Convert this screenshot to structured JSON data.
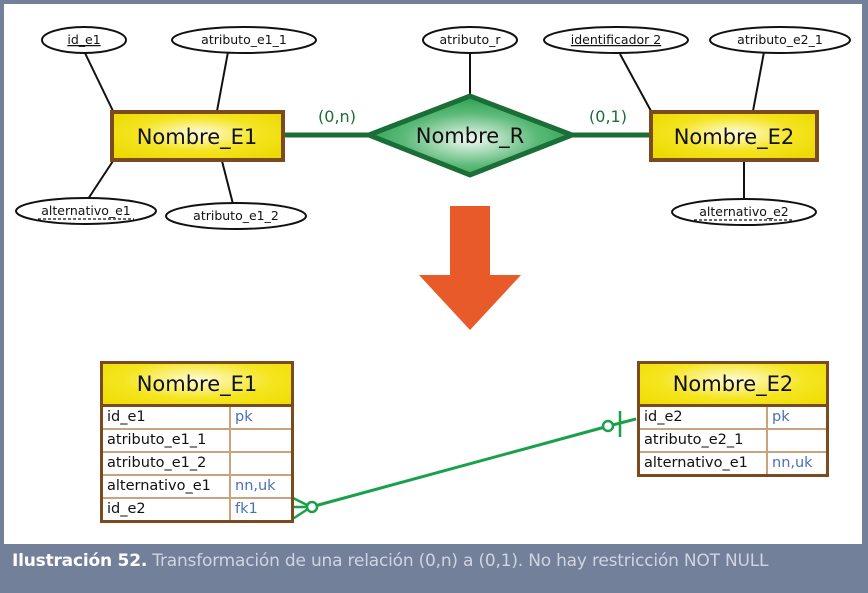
{
  "er_diagram": {
    "entity1": {
      "name": "Nombre_E1",
      "attributes": [
        {
          "label": "id_e1",
          "style": "underline"
        },
        {
          "label": "atributo_e1_1",
          "style": "plain"
        },
        {
          "label": "alternativo_e1",
          "style": "dashed-underline"
        },
        {
          "label": "atributo_e1_2",
          "style": "plain"
        }
      ]
    },
    "relationship": {
      "name": "Nombre_R",
      "attribute": "atributo_r",
      "card_left": "(0,n)",
      "card_right": "(0,1)"
    },
    "entity2": {
      "name": "Nombre_E2",
      "attributes": [
        {
          "label": "identificador 2",
          "style": "underline"
        },
        {
          "label": "atributo_e2_1",
          "style": "plain"
        },
        {
          "label": "alternativo_e2",
          "style": "dashed-underline"
        }
      ]
    }
  },
  "arrow": {
    "icon": "down-arrow-icon",
    "color": "#e85a29"
  },
  "tables": {
    "table1": {
      "name": "Nombre_E1",
      "rows": [
        {
          "col": "id_e1",
          "constraint": "pk"
        },
        {
          "col": "atributo_e1_1",
          "constraint": ""
        },
        {
          "col": "atributo_e1_2",
          "constraint": ""
        },
        {
          "col": "alternativo_e1",
          "constraint": "nn,uk"
        },
        {
          "col": "id_e2",
          "constraint": "fk1"
        }
      ]
    },
    "table2": {
      "name": "Nombre_E2",
      "rows": [
        {
          "col": "id_e2",
          "constraint": "pk"
        },
        {
          "col": "atributo_e2_1",
          "constraint": ""
        },
        {
          "col": "alternativo_e1",
          "constraint": "nn,uk"
        }
      ]
    },
    "link": {
      "from_end": "zero-or-many",
      "to_end": "zero-or-one"
    }
  },
  "caption": {
    "label": "Ilustración 52.",
    "text": " Transformación de una relación (0,n) a (0,1). No hay restricción NOT NULL"
  },
  "colors": {
    "entity_fill": "#f2e21a",
    "entity_border": "#7b4a1e",
    "relation_fill": "#1e9a45",
    "relation_border": "#1a6e36",
    "link_green": "#19a04a",
    "constraint_blue": "#4a6fb5",
    "frame": "#73809a"
  }
}
